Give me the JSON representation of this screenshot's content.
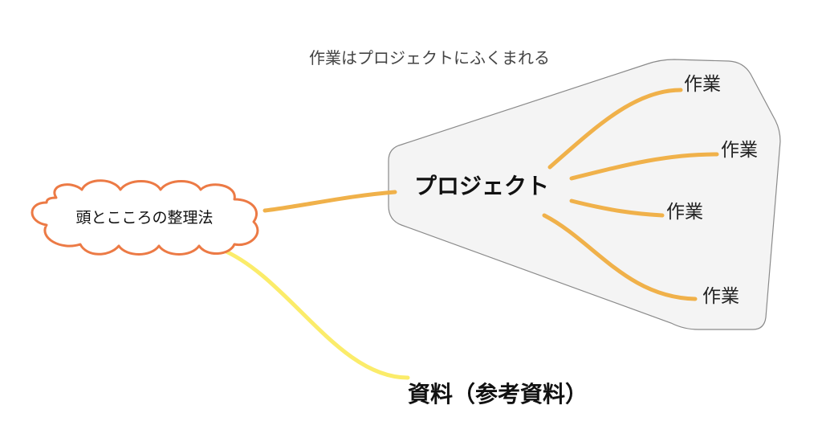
{
  "boundary": {
    "label": "作業はプロジェクトにふくまれる"
  },
  "central": {
    "label": "頭とこころの整理法"
  },
  "project": {
    "label": "プロジェクト",
    "tasks": [
      {
        "label": "作業"
      },
      {
        "label": "作業"
      },
      {
        "label": "作業"
      },
      {
        "label": "作業"
      }
    ]
  },
  "reference": {
    "label": "資料（参考資料）"
  },
  "colors": {
    "cloud_stroke": "#ec7a45",
    "project_branch": "#f0b14a",
    "reference_branch": "#fbec6a",
    "boundary_fill": "#f4f4f4",
    "boundary_stroke": "#8a8a8a"
  }
}
